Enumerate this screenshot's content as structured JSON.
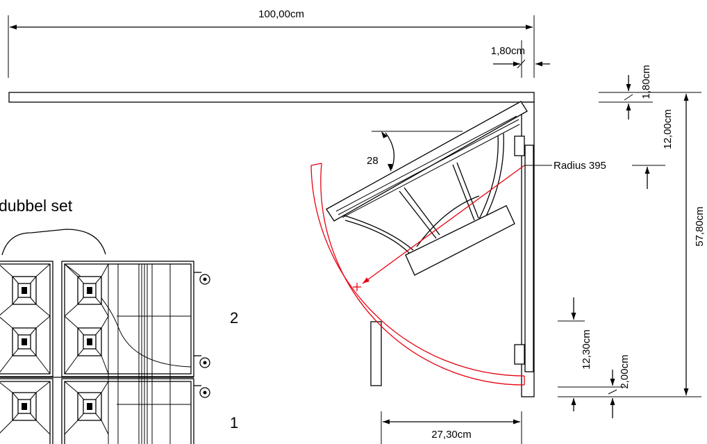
{
  "dimensions": {
    "total_width": "100,00cm",
    "side_thickness": "1,80cm",
    "top_thickness": "1,80cm",
    "top_offset": "12,00cm",
    "total_height": "57,80cm",
    "lower_offset": "12,30cm",
    "bottom_gap": "2,00cm",
    "bottom_width": "27,30cm"
  },
  "annotations": {
    "angle": "28",
    "radius_label": "Radius 395",
    "set_label": "dubbel set",
    "level_2": "2",
    "level_1": "1"
  },
  "colors": {
    "line": "#000000",
    "radius": "#e8000f",
    "background": "#ffffff"
  }
}
